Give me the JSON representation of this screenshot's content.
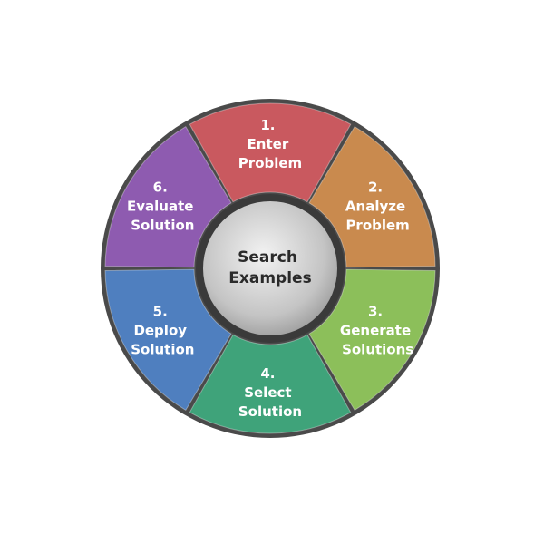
{
  "hub": {
    "lines": [
      "Search",
      "Examples"
    ]
  },
  "steps": [
    {
      "lines": [
        "1.",
        "Enter",
        "Problem"
      ],
      "color": "#c9595f"
    },
    {
      "lines": [
        "2.",
        "Analyze",
        "Problem"
      ],
      "color": "#c98a4e"
    },
    {
      "lines": [
        "3.",
        "Generate",
        "Solutions"
      ],
      "color": "#8cbf5a"
    },
    {
      "lines": [
        "4.",
        "Select",
        "Solution"
      ],
      "color": "#3fa37a"
    },
    {
      "lines": [
        "5.",
        "Deploy",
        "Solution"
      ],
      "color": "#4f7fbf"
    },
    {
      "lines": [
        "6.",
        "Evaluate",
        "Solution"
      ],
      "color": "#8e5bb0"
    }
  ],
  "colors": {
    "hub_fill": "#cfcfcf",
    "hub_ring": "#3a3a3a",
    "rim": "#4a4a4a"
  }
}
